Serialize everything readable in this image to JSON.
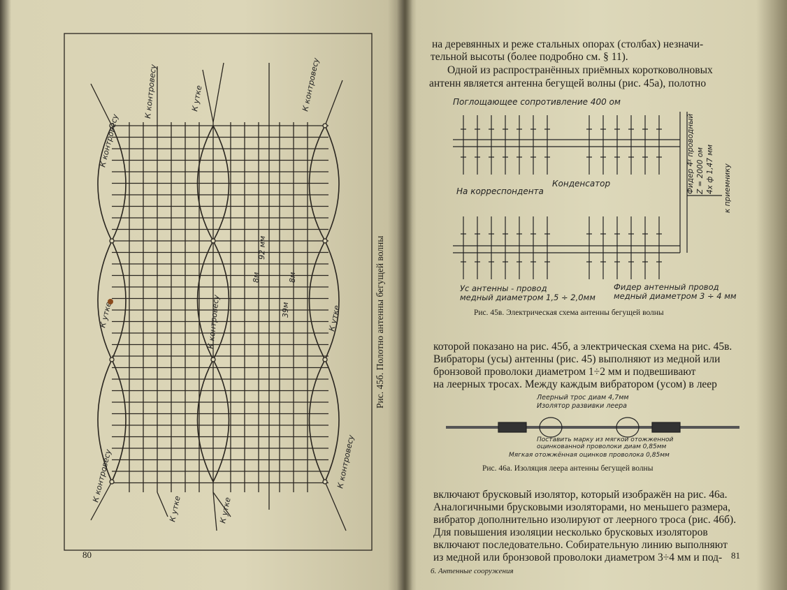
{
  "left_page": {
    "page_number": "80",
    "figure_caption": "Рис. 45б. Полотно антенны бегущей волны",
    "labels": {
      "k_kontrovesu": "К контровесу",
      "k_utke": "К утке",
      "dim_92": "92 мм",
      "dim_8a": "8м",
      "dim_8b": "8м",
      "dim_39": "39м"
    }
  },
  "right_page": {
    "page_number": "81",
    "footer_section": "6. Антенные сооружения",
    "para1": [
      "на деревянных и реже стальных опорах (столбах) незначи-",
      "тельной высоты (более подробно см. § 11).",
      "Одной из распространённых приёмных коротковолновых",
      "антенн является антенна бегущей волны (рис. 45а), полотно"
    ],
    "fig45v": {
      "caption": "Рис. 45в. Электрическая схема антенны бегущей волны",
      "label_resistance": "Поглощающее сопротивление 400 ом",
      "label_capacitor": "Конденсатор",
      "label_correspondent": "На корреспондента",
      "label_whisker_1": "Ус антенны - провод",
      "label_whisker_2": "медный диаметром 1,5 ÷ 2,0мм",
      "label_feeder_1": "Фидер антенный провод",
      "label_feeder_2": "медный диаметром 3 ÷ 4 мм",
      "label_feeder_v1": "Фидер 4ᵡ проводный",
      "label_feeder_v2": "Z = 2000 ом",
      "label_feeder_v3": "4х ф 1,47 мм",
      "label_receiver": "к приемнику"
    },
    "para2": [
      "которой показано на рис. 45б, а электрическая схема на рис. 45в.",
      "Вибраторы (усы) антенны (рис. 45) выполняют из медной или",
      "бронзовой проволоки диаметром 1÷2 мм и подвешивают",
      "на леерных тросах. Между каждым вибратором (усом) в леер"
    ],
    "fig46a": {
      "caption": "Рис. 46а. Изоляция леера антенны бегущей волны",
      "label_1": "Леерный трос диам 4,7мм",
      "label_2": "Изолятор развивки леера",
      "label_3": "Поставить марку из мягкой отожженной",
      "label_4": "оцинкованной проволоки диам 0,85мм",
      "label_5": "Мягкая отожжённая оцинков проволока 0,85мм"
    },
    "para3": [
      "включают брусковый изолятор, который изображён на рис. 46а.",
      "Аналогичными брусковыми изоляторами, но меньшего размера,",
      "вибратор дополнительно изолируют от леерного троса (рис. 46б).",
      "Для повышения изоляции несколько брусковых изоляторов",
      "включают последовательно. Собирательную линию выполняют",
      "из медной или бронзовой проволоки диаметром 3÷4 мм и под-"
    ]
  }
}
